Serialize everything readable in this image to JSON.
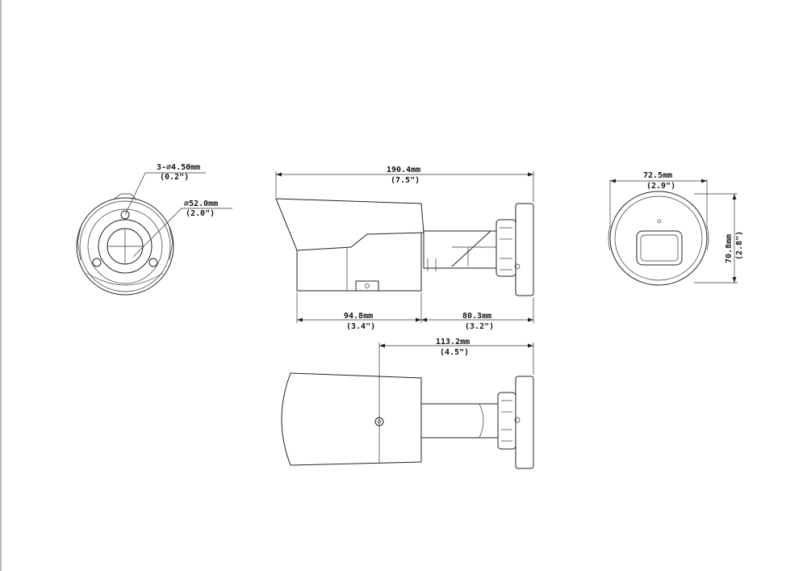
{
  "dimensions": {
    "hole": {
      "value": "3-∅4.50mm",
      "inch": "(0.2\")"
    },
    "thread": {
      "value": "∅52.0mm",
      "inch": "(2.0\")"
    },
    "total_length": {
      "value": "190.4mm",
      "inch": "(7.5\")"
    },
    "body_length": {
      "value": "94.8mm",
      "inch": "(3.4\")"
    },
    "bracket_length": {
      "value": "80.3mm",
      "inch": "(3.2\")"
    },
    "mount_length": {
      "value": "113.2mm",
      "inch": "(4.5\")"
    },
    "front_width": {
      "value": "72.5mm",
      "inch": "(2.9\")"
    },
    "front_height": {
      "value": "70.8mm",
      "inch": "(2.8\")"
    }
  }
}
